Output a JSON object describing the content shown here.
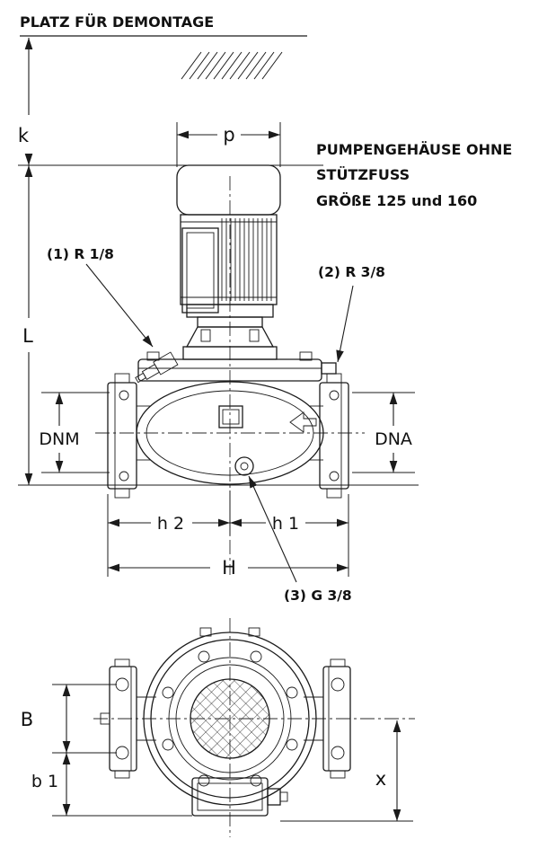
{
  "drawing": {
    "title": "PLATZ FÜR DEMONTAGE",
    "note": {
      "line1": "PUMPENGEHÄUSE OHNE",
      "line2": "STÜTZFUSS",
      "line3": "GRÖßE 125 und 160"
    },
    "callouts": {
      "c1": "(1) R 1/8",
      "c2": "(2) R 3/8",
      "c3": "(3) G 3/8"
    },
    "dimensions": {
      "k": "k",
      "L": "L",
      "p": "p",
      "dnm": "DNM",
      "dna": "DNA",
      "h2": "h 2",
      "h1": "h 1",
      "H": "H",
      "B": "B",
      "b1": "b 1",
      "x": "x"
    },
    "colors": {
      "line": "#1b1b1b",
      "background": "#ffffff"
    }
  }
}
